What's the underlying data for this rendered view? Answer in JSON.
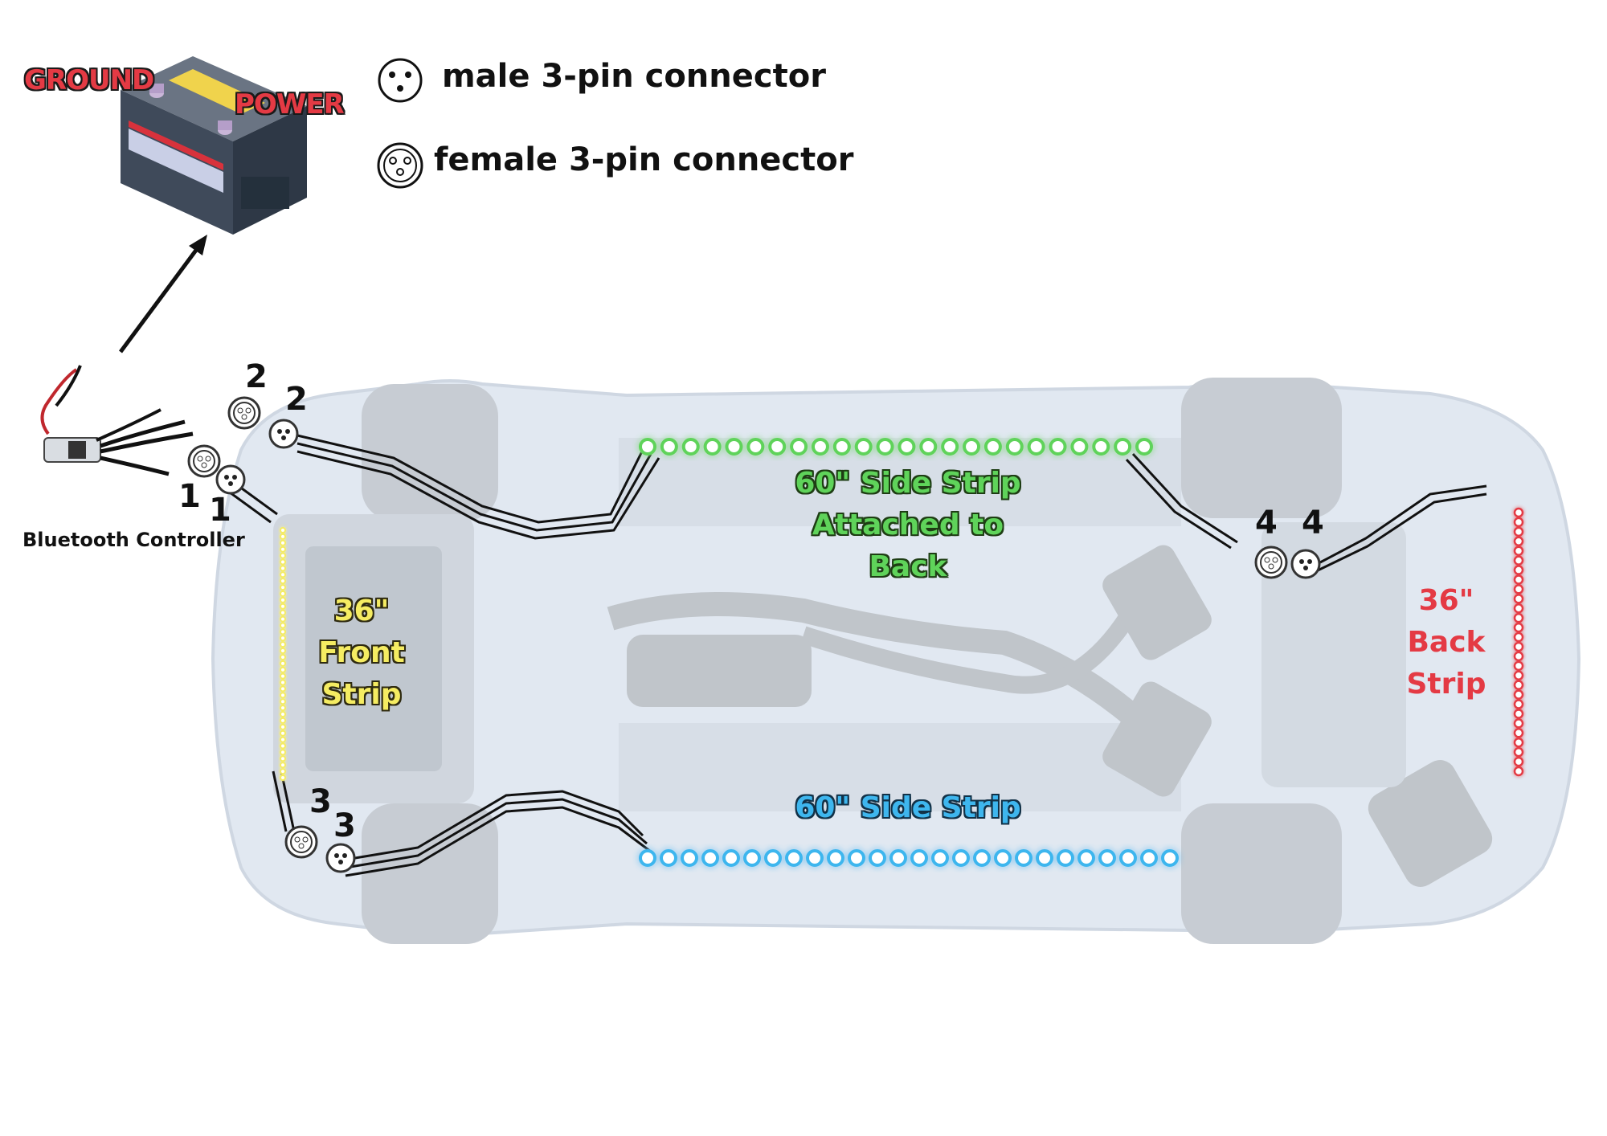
{
  "battery": {
    "ground_label": "GROUND",
    "power_label": "POWER"
  },
  "legend": {
    "male_label": "male 3-pin connector",
    "female_label": "female 3-pin connector"
  },
  "controller": {
    "label": "Bluetooth Controller"
  },
  "connector_numbers": {
    "pair1_female": "1",
    "pair1_male": "1",
    "pair2_female": "2",
    "pair2_male": "2",
    "pair3_female": "3",
    "pair3_male": "3",
    "pair4_female": "4",
    "pair4_male": "4"
  },
  "strips": {
    "side_attached": {
      "line1": "60\" Side Strip",
      "line2": "Attached to",
      "line3": "Back",
      "color": "#5fd35a"
    },
    "front": {
      "line1": "36\"",
      "line2": "Front",
      "line3": "Strip",
      "color": "#f5ec62"
    },
    "side": {
      "line1": "60\" Side Strip",
      "color": "#3eb6ee"
    },
    "back": {
      "line1": "36\"",
      "line2": "Back",
      "line3": "Strip",
      "color": "#e43a44"
    }
  },
  "icons": {
    "battery": "car-battery-icon",
    "controller": "bluetooth-controller-icon",
    "male_connector": "male-3pin-connector-icon",
    "female_connector": "female-3pin-connector-icon",
    "car": "car-underside-icon"
  }
}
